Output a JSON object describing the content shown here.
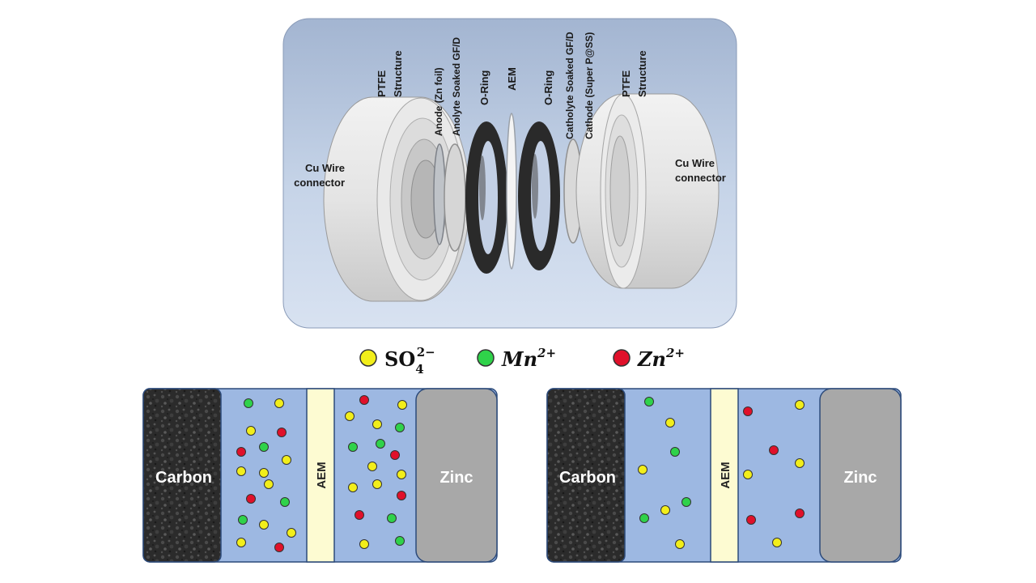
{
  "exploded_view": {
    "labels": {
      "left_ptfe": "PTFE Structure",
      "anode": "Anode (Zn foil)",
      "anolyte": "Anolyte Soaked GF/D",
      "left_oring": "O-Ring",
      "aem": "AEM",
      "right_oring": "O-Ring",
      "catholyte": "Catholyte Soaked GF/D",
      "cathode": "Cathode (Super P@SS)",
      "right_ptfe": "PTFE Structure",
      "left_cu": "Cu Wire connector",
      "right_cu": "Cu Wire connector"
    }
  },
  "legend": [
    {
      "ion": "so4",
      "base": "SO",
      "sub": "4",
      "sup": "2−",
      "color": "#f2ee1a"
    },
    {
      "ion": "mn",
      "base": "Mn",
      "sup": "2+",
      "color": "#2fd24a"
    },
    {
      "ion": "zn",
      "base": "Zn",
      "sup": "2+",
      "color": "#e0102a"
    }
  ],
  "cells": [
    {
      "carbon_label": "Carbon",
      "aem_label": "AEM",
      "zinc_label": "Zinc",
      "left_ions": [
        "mn",
        "so4",
        "so4",
        "zn",
        "zn",
        "mn",
        "so4",
        "so4",
        "so4",
        "zn",
        "so4",
        "mn",
        "mn",
        "so4",
        "so4",
        "so4",
        "zn"
      ],
      "right_ions": [
        "zn",
        "so4",
        "so4",
        "so4",
        "mn",
        "mn",
        "mn",
        "zn",
        "so4",
        "so4",
        "so4",
        "so4",
        "zn",
        "zn",
        "mn",
        "so4",
        "mn"
      ]
    },
    {
      "carbon_label": "Carbon",
      "aem_label": "AEM",
      "zinc_label": "Zinc",
      "left_ions": [
        "mn",
        "so4",
        "mn",
        "so4",
        "mn",
        "so4",
        "mn",
        "so4"
      ],
      "right_ions": [
        "zn",
        "so4",
        "zn",
        "so4",
        "so4",
        "zn",
        "zn",
        "so4"
      ]
    }
  ]
}
